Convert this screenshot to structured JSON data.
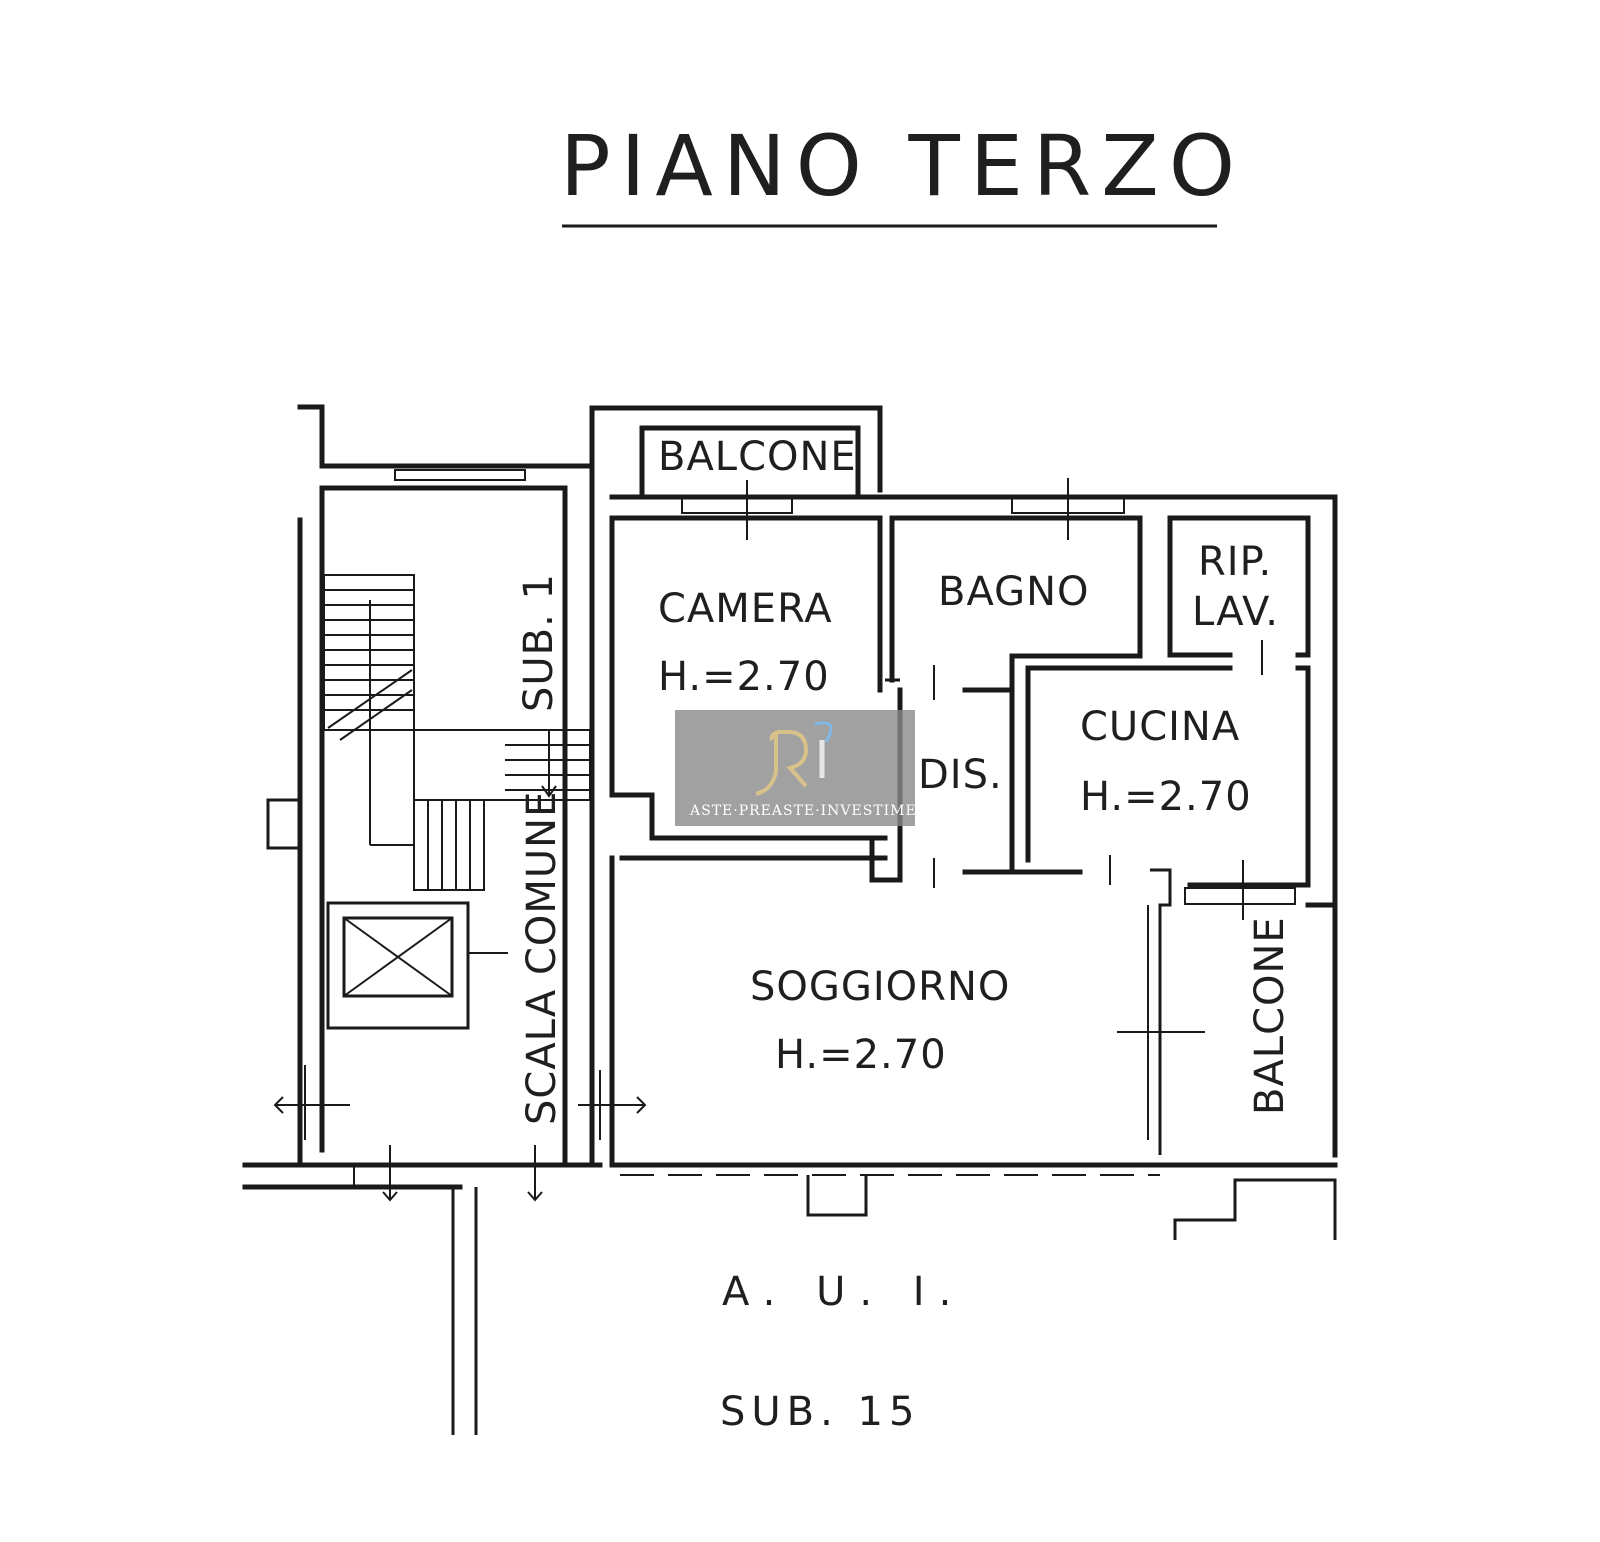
{
  "title": "PIANO TERZO",
  "rooms": {
    "balcone_top": "BALCONE",
    "camera": "CAMERA",
    "camera_height": "H.=2.70",
    "bagno": "BAGNO",
    "rip_line1": "RIP.",
    "rip_line2": "LAV.",
    "cucina": "CUCINA",
    "cucina_height": "H.=2.70",
    "dis": "DIS.",
    "soggiorno": "SOGGIORNO",
    "soggiorno_height": "H.=2.70",
    "balcone_right": "BALCONE",
    "sub1": "SUB. 1",
    "scala_comune": "SCALA COMUNE"
  },
  "below": {
    "aui": "A. U. I.",
    "sub15": "SUB. 15"
  },
  "watermark": {
    "monogram": "RI",
    "caption": "ASTE·PREASTE·INVESTIMENTI"
  }
}
